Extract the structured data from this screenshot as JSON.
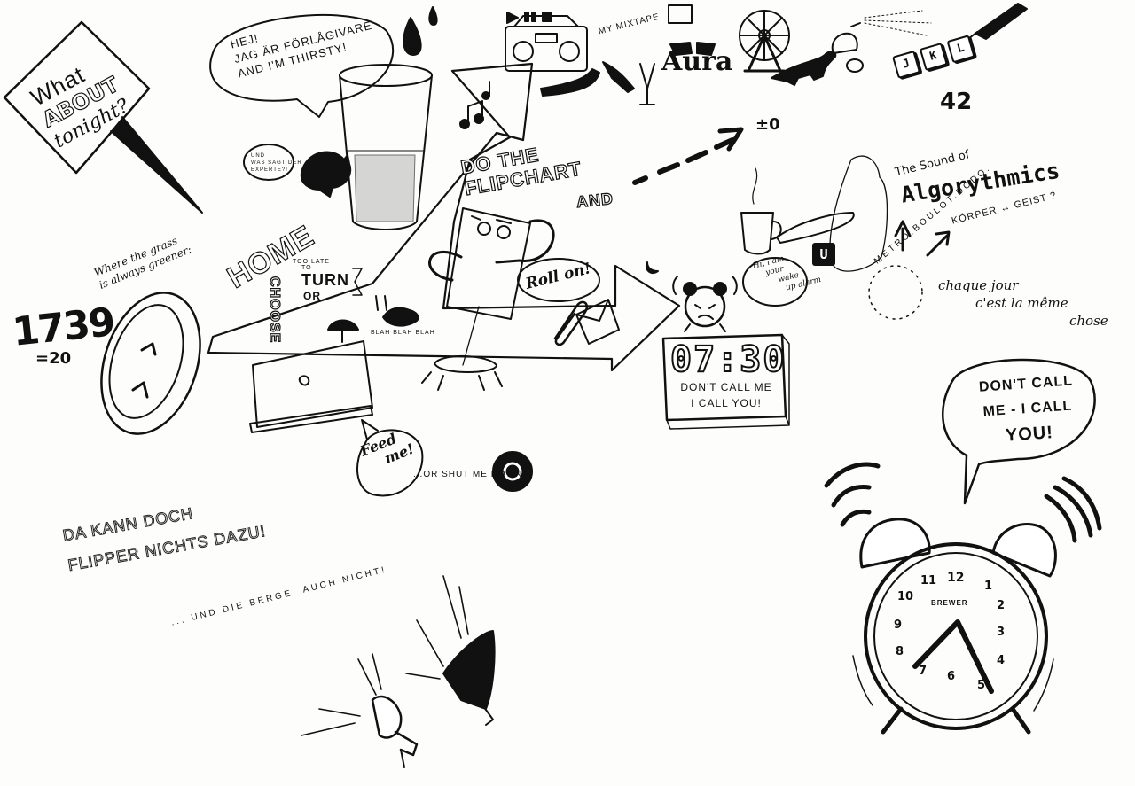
{
  "sign": {
    "line1": "What",
    "line2": "ABOUT",
    "line3": "tonight?"
  },
  "bubble_thirsty": {
    "line1": "HEJ!",
    "line2": "JAG ÄR FÖRLÅGIVARE",
    "line3": "AND I'M THIRSTY!"
  },
  "bubble_small": {
    "line1": "UND",
    "line2": "WAS SAGT DER",
    "line3": "EXPERTE?!"
  },
  "mixtape_label": "MY MIXTAPE",
  "aura_label": "Aura",
  "keys": [
    "J",
    "K",
    "L"
  ],
  "number_42": "42",
  "delta_label": "±0",
  "flipchart": {
    "line1": "DO THE",
    "line2": "FLIPCHART"
  },
  "and_label": "AND",
  "sound_of": "The Sound of",
  "algorythmics": "Algorythmics",
  "koerper_geist": "KÖRPER ↔ GEIST ?",
  "u_key": "U",
  "metro_label": "METRO.BOULOT.DODO.",
  "chaque": {
    "line1": "chaque jour",
    "line2": "c'est la même",
    "line3": "chose"
  },
  "grass": {
    "line1": "Where the grass",
    "line2": "is always greener:"
  },
  "home_label": "HOME",
  "year": {
    "main": "1739",
    "sub": "=20"
  },
  "turn": {
    "small1": "TOO LATE",
    "small2": "TO",
    "big": "TURN",
    "or": "OR",
    "choose": "CHOOSE"
  },
  "blah_label": "BLAH BLAH BLAH",
  "roll_on": "Roll on!",
  "wake_bubble": {
    "line1": "Hi, i am",
    "line2": "your",
    "line3": "wake",
    "line4": "up alarm"
  },
  "clock_display": {
    "time": "07:30",
    "line1": "DON'T CALL ME",
    "line2": "I CALL YOU!"
  },
  "feed_me": {
    "line1": "Feed",
    "line2": "me!"
  },
  "shut_down": "...OR SHUT ME DOWN!",
  "big_bubble": {
    "line1": "DON'T CALL",
    "line2": "ME - I CALL",
    "line3": "YOU!"
  },
  "flipper": {
    "line1": "DA KANN DOCH",
    "line2": "FLIPPER NICHTS DAZU!"
  },
  "berge": {
    "prefix": "... UND DIE BERGE",
    "suffix": "AUCH NICHT!"
  },
  "alarm_brand": "BREWER",
  "dial_numbers": [
    "12",
    "1",
    "2",
    "3",
    "4",
    "5",
    "6",
    "7",
    "8",
    "9",
    "10",
    "11"
  ],
  "colors": {
    "ink": "#111111",
    "paper": "#fdfdfb"
  }
}
